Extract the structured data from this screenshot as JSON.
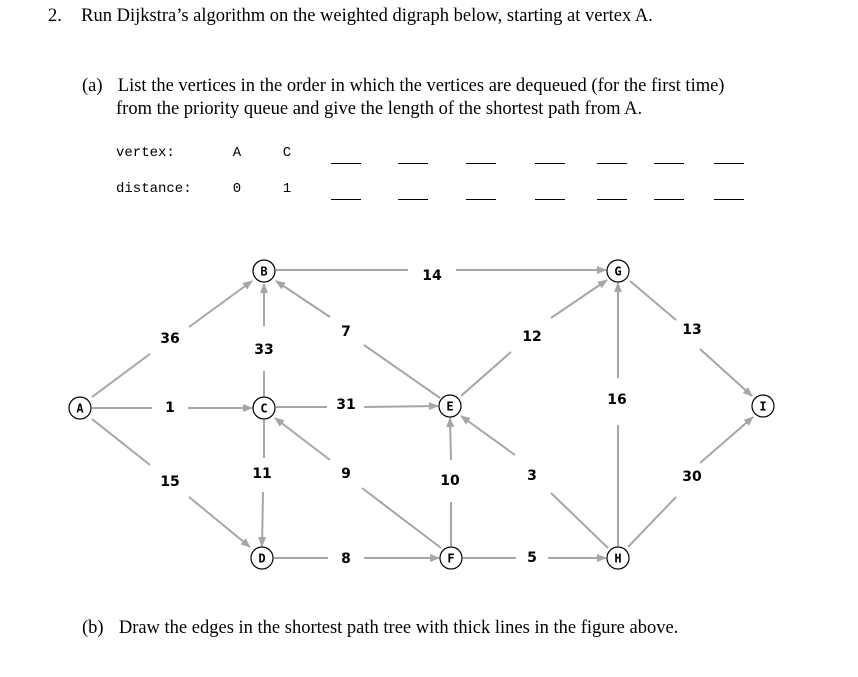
{
  "question": {
    "number": "2.",
    "text": "Run Dijkstra’s algorithm on the weighted digraph below, starting at vertex A.",
    "part_a_label": "(a)",
    "part_a_line1": "List the vertices in the order in which the vertices are dequeued (for the first time)",
    "part_a_line2": "from the priority queue and give the length of the shortest path from A.",
    "part_b_label": "(b)",
    "part_b_text": "Draw the edges in the shortest path tree with thick lines in the figure above."
  },
  "table": {
    "vertex_label": "vertex:",
    "distance_label": "distance:",
    "vertices": [
      "A",
      "C"
    ],
    "distances": [
      "0",
      "1"
    ],
    "blank_count": 7
  },
  "graph": {
    "nodes": [
      "A",
      "B",
      "C",
      "D",
      "E",
      "F",
      "G",
      "H",
      "I"
    ],
    "edges": [
      {
        "from": "A",
        "to": "B",
        "weight": "36"
      },
      {
        "from": "A",
        "to": "C",
        "weight": "1"
      },
      {
        "from": "A",
        "to": "D",
        "weight": "15"
      },
      {
        "from": "B",
        "to": "G",
        "weight": "14"
      },
      {
        "from": "C",
        "to": "B",
        "weight": "33"
      },
      {
        "from": "E",
        "to": "B",
        "weight": "7"
      },
      {
        "from": "C",
        "to": "E",
        "weight": "31"
      },
      {
        "from": "C",
        "to": "D",
        "weight": "11"
      },
      {
        "from": "F",
        "to": "C",
        "weight": "9"
      },
      {
        "from": "D",
        "to": "F",
        "weight": "8"
      },
      {
        "from": "F",
        "to": "E",
        "weight": "10"
      },
      {
        "from": "E",
        "to": "G",
        "weight": "12"
      },
      {
        "from": "H",
        "to": "E",
        "weight": "3"
      },
      {
        "from": "F",
        "to": "H",
        "weight": "5"
      },
      {
        "from": "H",
        "to": "G",
        "weight": "16"
      },
      {
        "from": "G",
        "to": "I",
        "weight": "13"
      },
      {
        "from": "H",
        "to": "I",
        "weight": "30"
      }
    ]
  }
}
